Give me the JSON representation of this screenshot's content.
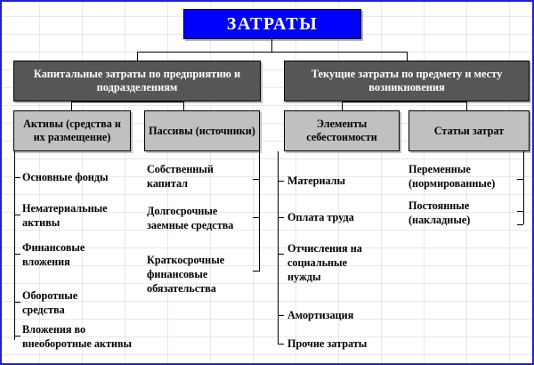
{
  "diagram": {
    "title": "ЗАТРАТЫ",
    "level1": [
      {
        "id": "capital",
        "label": "Капитальные затраты по\nпредприятию и подразделениям"
      },
      {
        "id": "current",
        "label": "Текущие затраты по предмету\nи месту возникновения"
      }
    ],
    "level2": [
      {
        "id": "assets",
        "label": "Активы (средства\nи их размещение)"
      },
      {
        "id": "liabilities",
        "label": "Пассивы\n(источники)"
      },
      {
        "id": "cost-elements",
        "label": "Элементы\nсебестоимости"
      },
      {
        "id": "cost-items",
        "label": "Статьи затрат"
      }
    ],
    "columns": [
      {
        "id": "assets-items",
        "bracket": "left",
        "items": [
          "Основные фонды",
          "Нематериальные\nактивы",
          "Финансовые\nвложения",
          "Оборотные\nсредства",
          "Вложения во\nвнеоборотные активы"
        ]
      },
      {
        "id": "liabilities-items",
        "bracket": "right",
        "items": [
          "Собственный\nкапитал",
          "Долгосрочные\nзаемные средства",
          "Краткосрочные\nфинансовые\nобязательства"
        ]
      },
      {
        "id": "cost-elements-items",
        "bracket": "left",
        "items": [
          "Материалы",
          "Оплата труда",
          "Отчисления на\nсоциальные\nнужды",
          "Амортизация",
          "Прочие затраты"
        ]
      },
      {
        "id": "cost-items-items",
        "bracket": "right",
        "items": [
          "Переменные\n(нормированные)",
          "Постоянные\n(накладные)"
        ]
      }
    ]
  },
  "colors": {
    "title_fill": "#0000FF",
    "title_text": "#FFFFFF",
    "level1_fill": "#565656",
    "level1_text": "#FFFFFF",
    "level2_fill": "#C0C0C0",
    "level2_text": "#000000",
    "border": "#000000",
    "page_border": "#2222CC"
  }
}
